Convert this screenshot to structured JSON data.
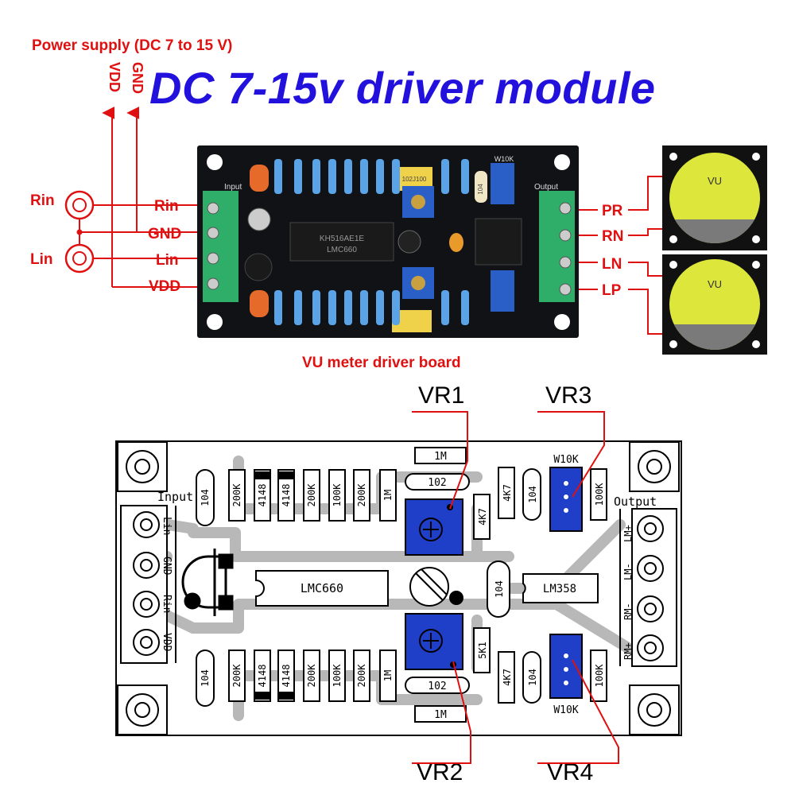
{
  "header": {
    "power_label": "Power supply (DC 7 to 15 V)",
    "title": "DC 7-15v driver module",
    "vdd_vertical": "VDD",
    "gnd_vertical": "GND"
  },
  "wiring_labels": {
    "left_side": [
      "Rin",
      "Lin"
    ],
    "board_inputs": [
      "Rin",
      "GND",
      "Lin",
      "VDD"
    ],
    "outputs": [
      "PR",
      "RN",
      "LN",
      "LP"
    ]
  },
  "meters": [
    {
      "label": "VU"
    },
    {
      "label": "VU"
    }
  ],
  "board_photo": {
    "caption": "VU meter driver board",
    "input_label": "Input",
    "output_label": "Output",
    "pot_label": "W10K",
    "chip_label": "LMC660",
    "chip_code": "KH516AE1E",
    "cap_label": "102J100",
    "res_label": "104"
  },
  "schematic": {
    "callouts": [
      "VR1",
      "VR3",
      "VR2",
      "VR4"
    ],
    "input_label": "Input",
    "output_label": "Output",
    "input_terminals": [
      "Lin",
      "GND",
      "Rin",
      "VDD"
    ],
    "output_terminals": [
      "LM+",
      "LM-",
      "RM-",
      "RM+"
    ],
    "chip_left": "LMC660",
    "chip_right": "LM358",
    "top_row": [
      "104",
      "200K",
      "4148",
      "4148",
      "200K",
      "100K",
      "200K",
      "1M"
    ],
    "bottom_row": [
      "104",
      "200K",
      "4148",
      "4148",
      "200K",
      "100K",
      "200K",
      "1M"
    ],
    "resistor_1m": "1M",
    "cap_102": "102",
    "r_4k7": "4K7",
    "r_5k1": "5K1",
    "c_104": "104",
    "r_100k": "100K",
    "pot": "W10K"
  }
}
